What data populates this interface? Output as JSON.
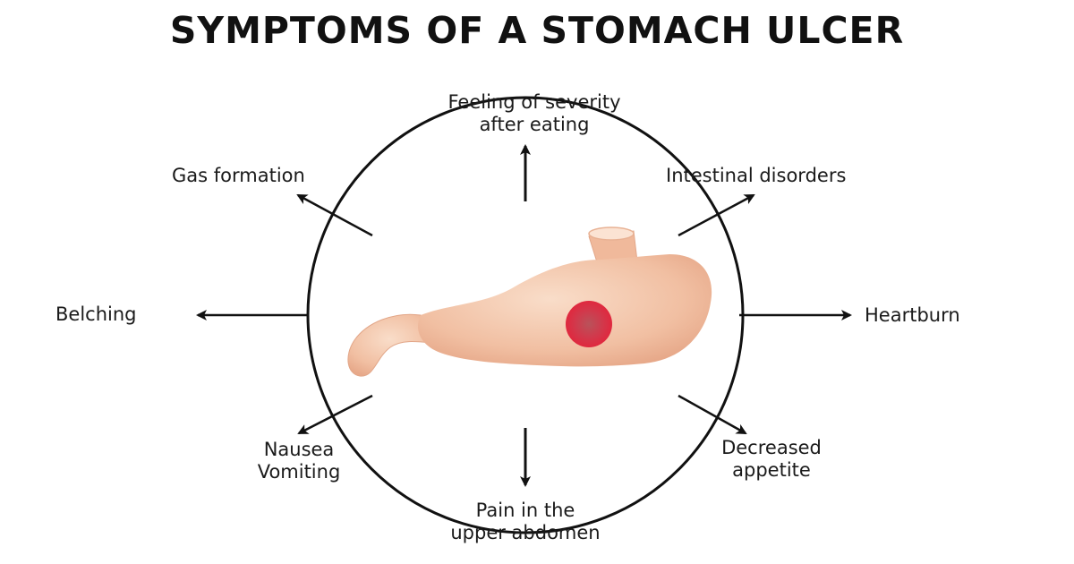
{
  "title": "SYMPTOMS OF A STOMACH ULCER",
  "symptoms": {
    "top": [
      "Feeling of severity",
      "after eating"
    ],
    "top_left": "Gas formation",
    "top_right": "Intestinal disorders",
    "left": "Belching",
    "right": "Heartburn",
    "bottom_left": [
      "Nausea",
      "Vomiting"
    ],
    "bottom_right": [
      "Decreased",
      "appetite"
    ],
    "bottom": [
      "Pain in the",
      "upper abdomen"
    ]
  },
  "colors": {
    "stomach": "#f2c2a6",
    "ulcer": "#d9334a",
    "outline": "#111111"
  }
}
